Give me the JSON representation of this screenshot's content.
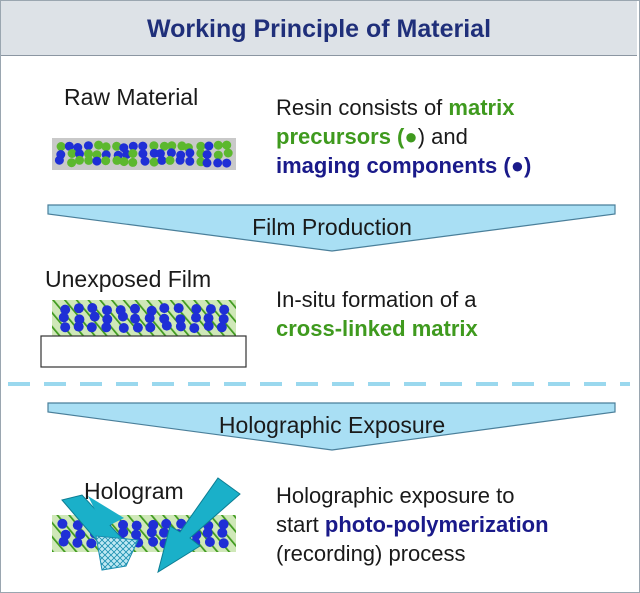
{
  "title": "Working Principle of Material",
  "step1": {
    "label": "Raw Material",
    "desc_line1_a": "Resin consists of ",
    "desc_line1_b": "matrix",
    "desc_line2_a": "precursors (",
    "desc_line2_dot": "●",
    "desc_line2_c": ") and",
    "desc_line3_a": "imaging components (",
    "desc_line3_dot": "●",
    "desc_line3_c": ")"
  },
  "banner1": "Film Production",
  "step2": {
    "label": "Unexposed Film",
    "desc_line1": "In-situ formation of a",
    "desc_line2": "cross-linked matrix"
  },
  "banner2": "Holographic Exposure",
  "step3": {
    "label": "Hologram",
    "desc_line1": "Holographic exposure to",
    "desc_line2_a": "start ",
    "desc_line2_b": "photo-polymerization",
    "desc_line3": "(recording) process"
  },
  "colors": {
    "title_text": "#1f2f7a",
    "matrix_green": "#3f9a1e",
    "imaging_blue": "#1a1a8a",
    "dot_green": "#5cb82e",
    "dot_blue": "#1f2fd6",
    "banner_fill": "#a9dff4",
    "beam": "#1ab0c9",
    "divider": "#9ad8ee"
  }
}
